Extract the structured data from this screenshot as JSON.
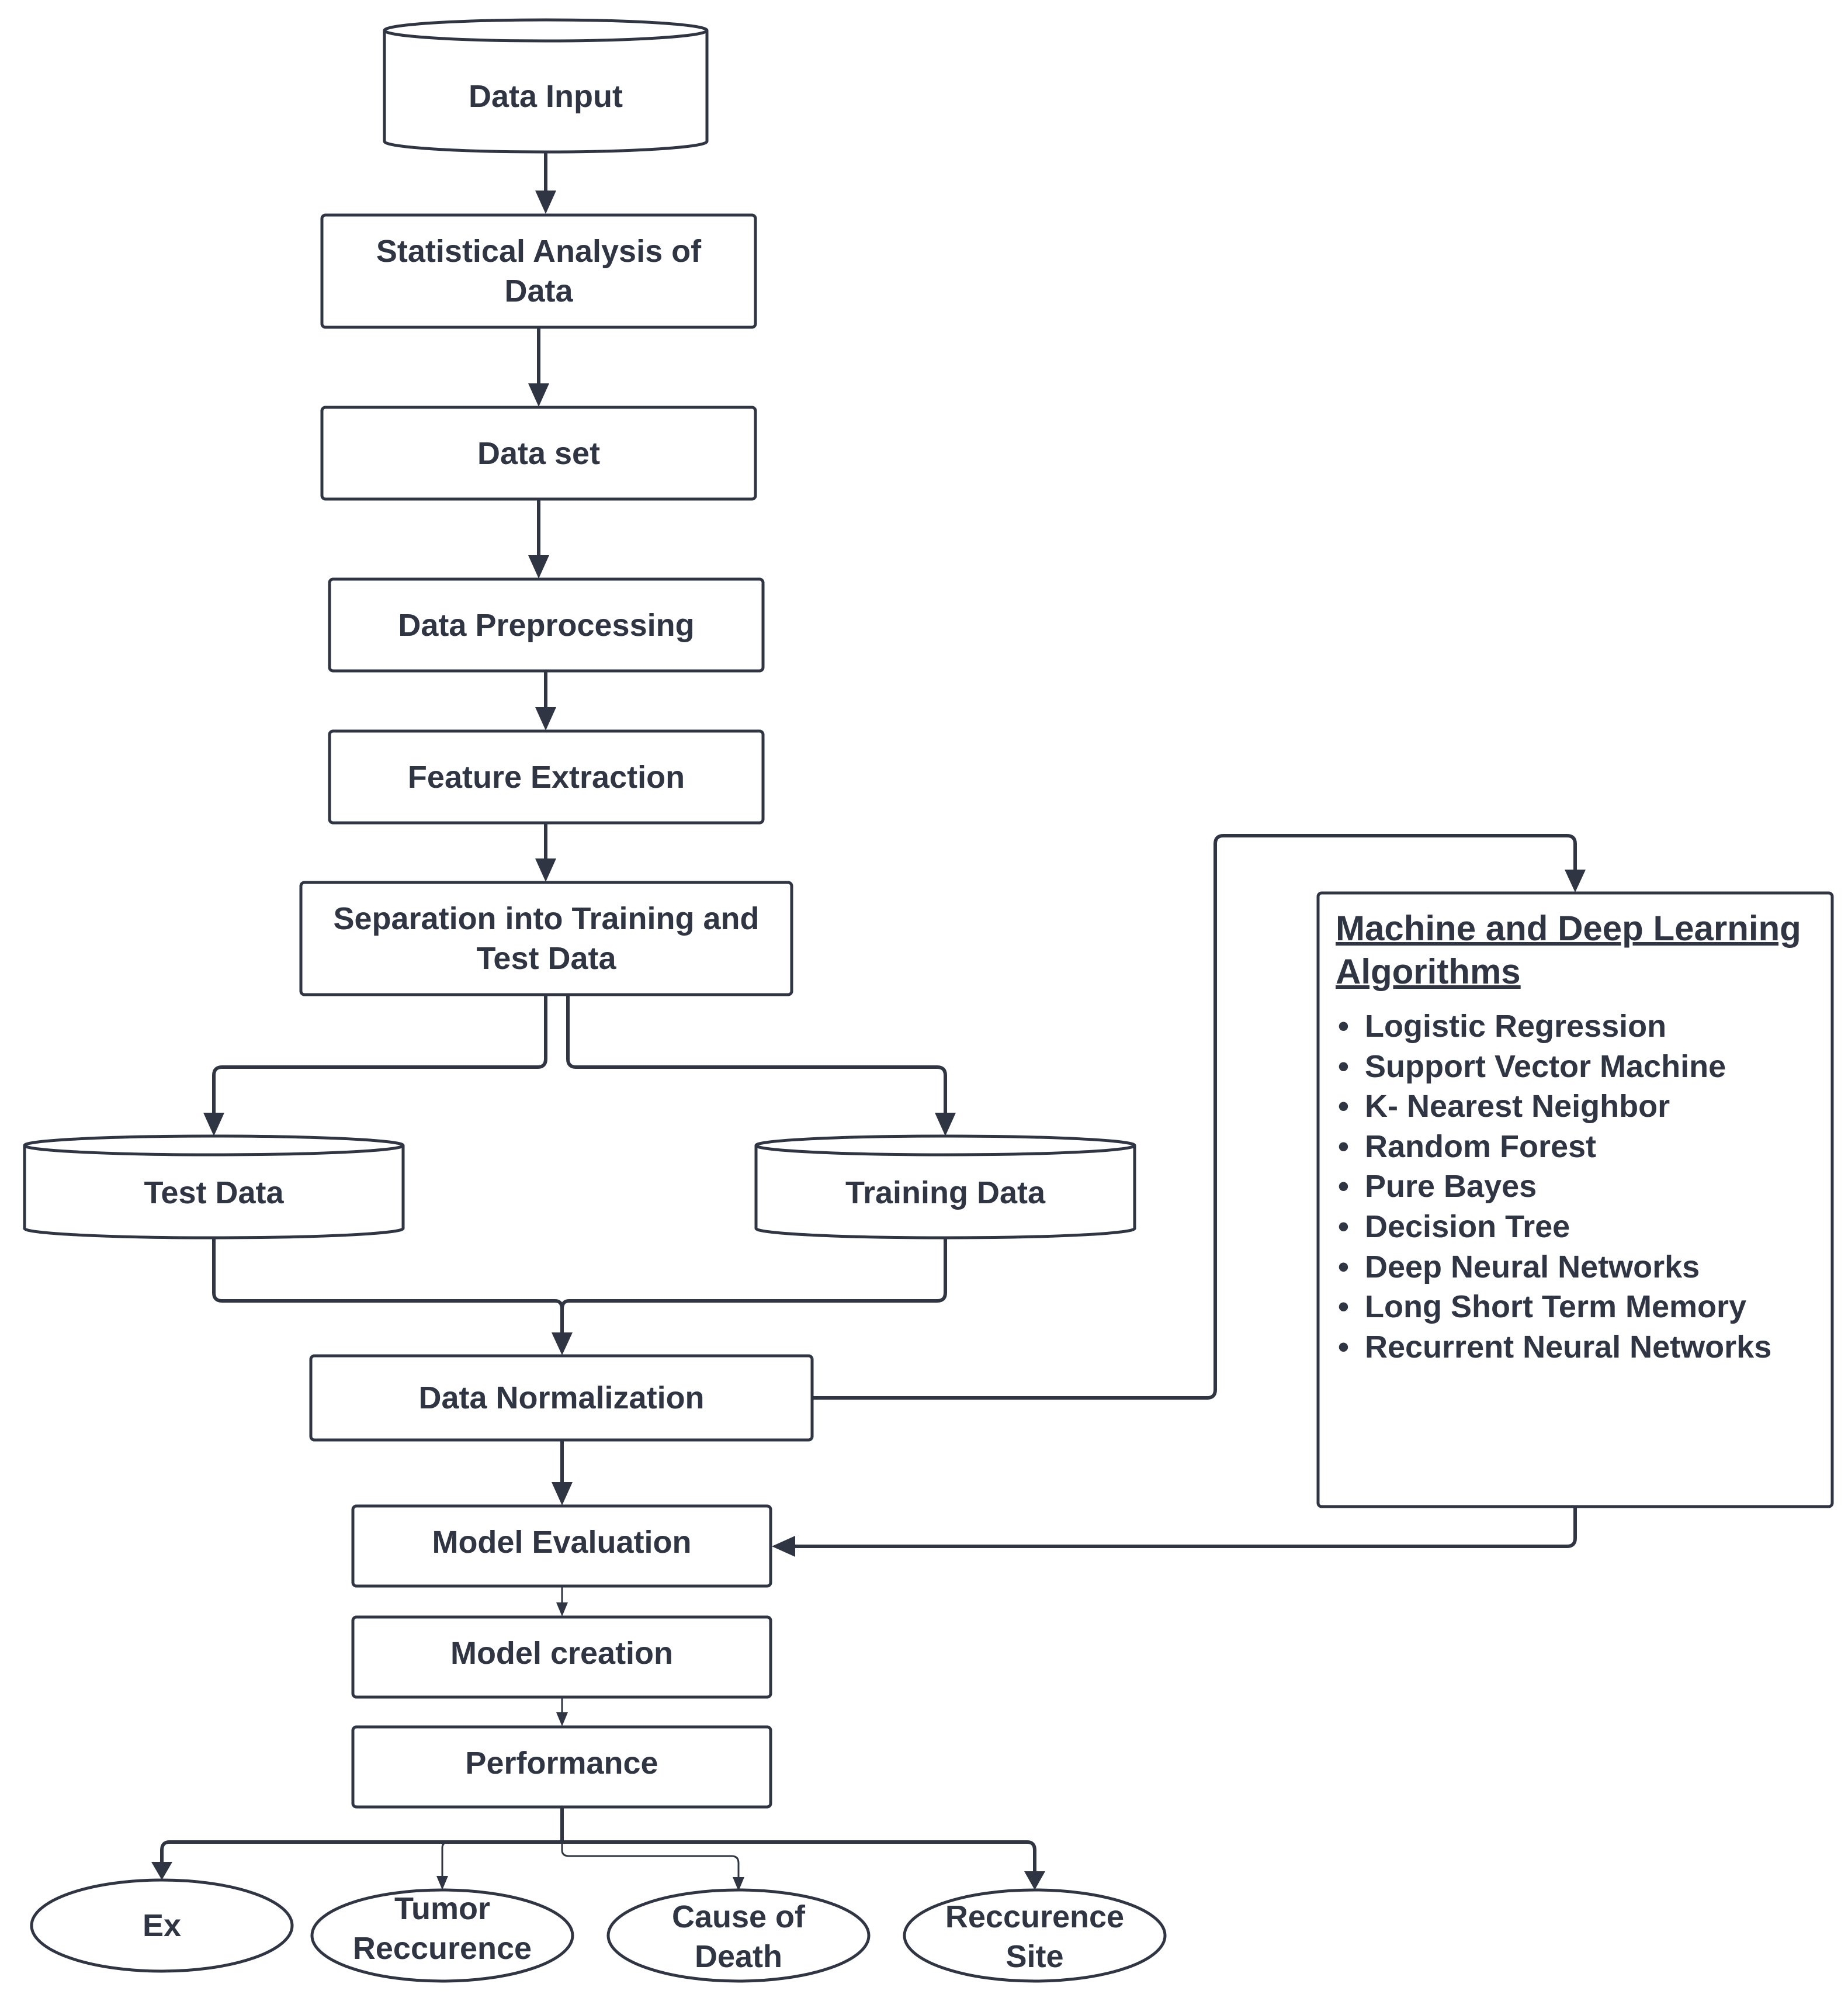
{
  "diagram": {
    "nodes": {
      "data_input": "Data Input",
      "statistical_analysis": "Statistical Analysis of Data",
      "data_set": "Data set",
      "data_preprocessing": "Data Preprocessing",
      "feature_extraction": "Feature Extraction",
      "separation": "Separation into Training and Test Data",
      "test_data": "Test Data",
      "training_data": "Training Data",
      "data_normalization": "Data Normalization",
      "model_evaluation": "Model Evaluation",
      "model_creation": "Model creation",
      "performance": "Performance"
    },
    "outputs": {
      "ex": "Ex",
      "tumor_reccurence": "Tumor Reccurence",
      "cause_of_death": "Cause of Death",
      "reccurence_site": "Reccurence Site"
    },
    "algorithms": {
      "title": "Machine and Deep Learning Algorithms",
      "items": [
        "Logistic Regression",
        "Support Vector Machine",
        "K- Nearest Neighbor",
        "Random Forest",
        "Pure Bayes",
        "Decision Tree",
        "Deep Neural Networks",
        "Long Short Term Memory",
        "Recurrent Neural Networks"
      ]
    },
    "colors": {
      "stroke": "#2f3542",
      "text": "#2f3542",
      "background": "#ffffff"
    }
  }
}
